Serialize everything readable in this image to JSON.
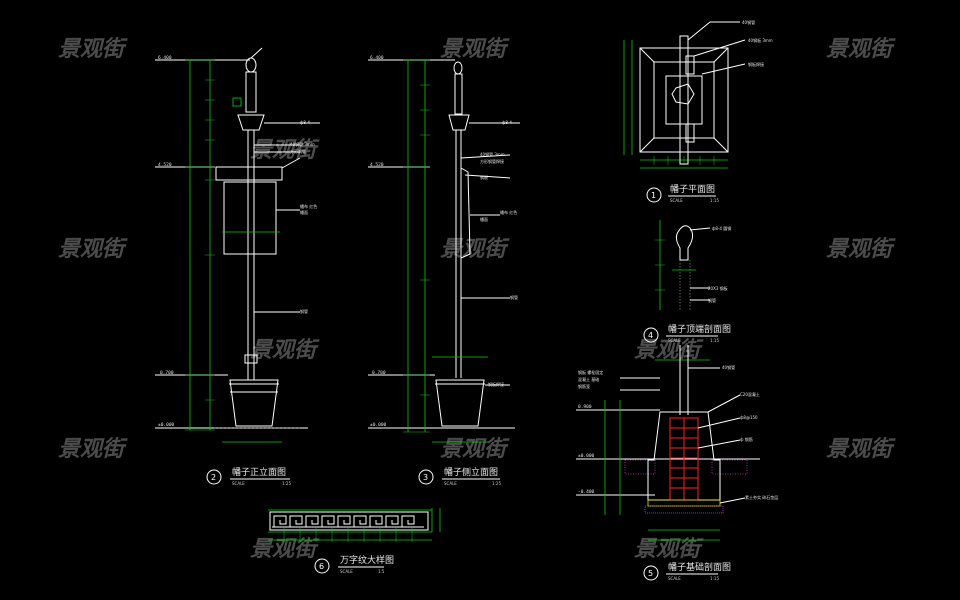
{
  "watermark": "景观街",
  "views": [
    {
      "num": "2",
      "title": "幡子正立面图",
      "scale_label": "SCALE",
      "scale": "1:25"
    },
    {
      "num": "3",
      "title": "幡子侧立面图",
      "scale_label": "SCALE",
      "scale": "1:25"
    },
    {
      "num": "1",
      "title": "幡子平面图",
      "scale_label": "SCALE",
      "scale": "1:15"
    },
    {
      "num": "4",
      "title": "幡子顶端剖面图",
      "scale_label": "SCALE",
      "scale": "1:15"
    },
    {
      "num": "5",
      "title": "幡子基础剖面图",
      "scale_label": "SCALE",
      "scale": "1:15"
    },
    {
      "num": "6",
      "title": "万字纹大样图",
      "scale_label": "SCALE",
      "scale": "1:5"
    }
  ],
  "levels": {
    "elev_top": "6.400",
    "elev_mid": "4.520",
    "elev_low": "0.700",
    "elev_zero": "±0.000",
    "side_top": "6.400",
    "side_mid": "4.520",
    "side_low": "0.700",
    "side_zero": "±0.000",
    "found_a": "0.900",
    "found_b": "±0.000",
    "found_c": "-0.400"
  }
}
